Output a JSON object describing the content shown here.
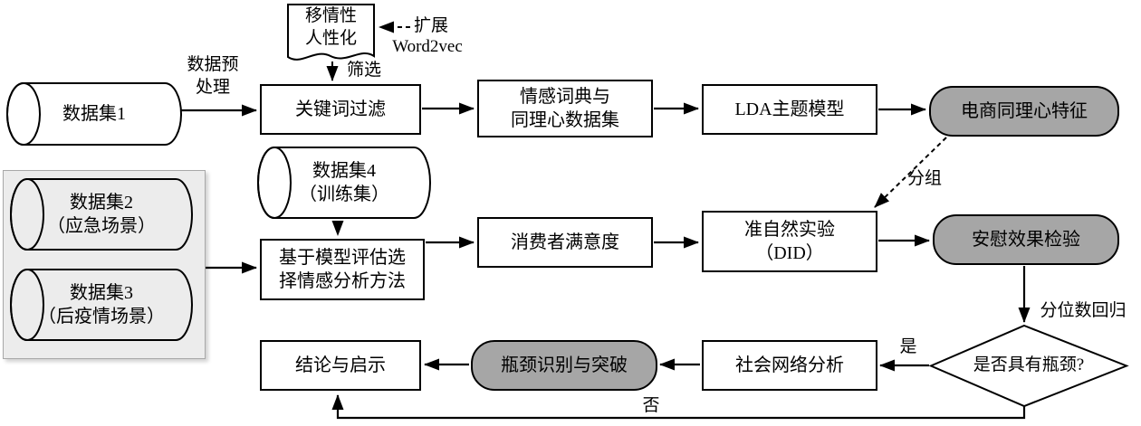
{
  "colors": {
    "background": "#ffffff",
    "node_fill": "#ffffff",
    "highlight_node_fill": "#a6a6a6",
    "panel_fill": "#ececec",
    "line": "#000000"
  },
  "nodes": {
    "empathy_doc": {
      "shape": "document",
      "line1": "移情性",
      "line2": "人性化"
    },
    "dataset1": {
      "shape": "cylinder",
      "label": "数据集1"
    },
    "keyword_filter": {
      "shape": "rect",
      "label": "关键词过滤"
    },
    "sentiment_dict": {
      "shape": "rect",
      "line1": "情感词典与",
      "line2": "同理心数据集"
    },
    "lda_topic": {
      "shape": "rect",
      "label": "LDA主题模型"
    },
    "empathy_feature": {
      "shape": "rounded",
      "label": "电商同理心特征"
    },
    "dataset4": {
      "shape": "cylinder",
      "line1": "数据集4",
      "line2": "（训练集）"
    },
    "dataset2": {
      "shape": "cylinder",
      "line1": "数据集2",
      "line2": "（应急场景）"
    },
    "dataset3": {
      "shape": "cylinder",
      "line1": "数据集3",
      "line2": "（后疫情场景）"
    },
    "model_eval": {
      "shape": "rect",
      "line1": "基于模型评估选",
      "line2": "择情感分析方法"
    },
    "satisfaction": {
      "shape": "rect",
      "label": "消费者满意度"
    },
    "did": {
      "shape": "rect",
      "line1": "准自然实验",
      "line2": "（DID）"
    },
    "comfort_test": {
      "shape": "rounded",
      "label": "安慰效果检验"
    },
    "conclusion": {
      "shape": "rect",
      "label": "结论与启示"
    },
    "bottleneck": {
      "shape": "rounded",
      "label": "瓶颈识别与突破"
    },
    "sna": {
      "shape": "rect",
      "label": "社会网络分析"
    },
    "decision": {
      "shape": "diamond",
      "label": "是否具有瓶颈?"
    }
  },
  "labels": {
    "preprocess_line1": "数据预",
    "preprocess_line2": "处理",
    "expand": "扩展",
    "word2vec": "Word2vec",
    "screen": "筛选",
    "group": "分组",
    "quantile": "分位数回归",
    "yes": "是",
    "no": "否"
  }
}
